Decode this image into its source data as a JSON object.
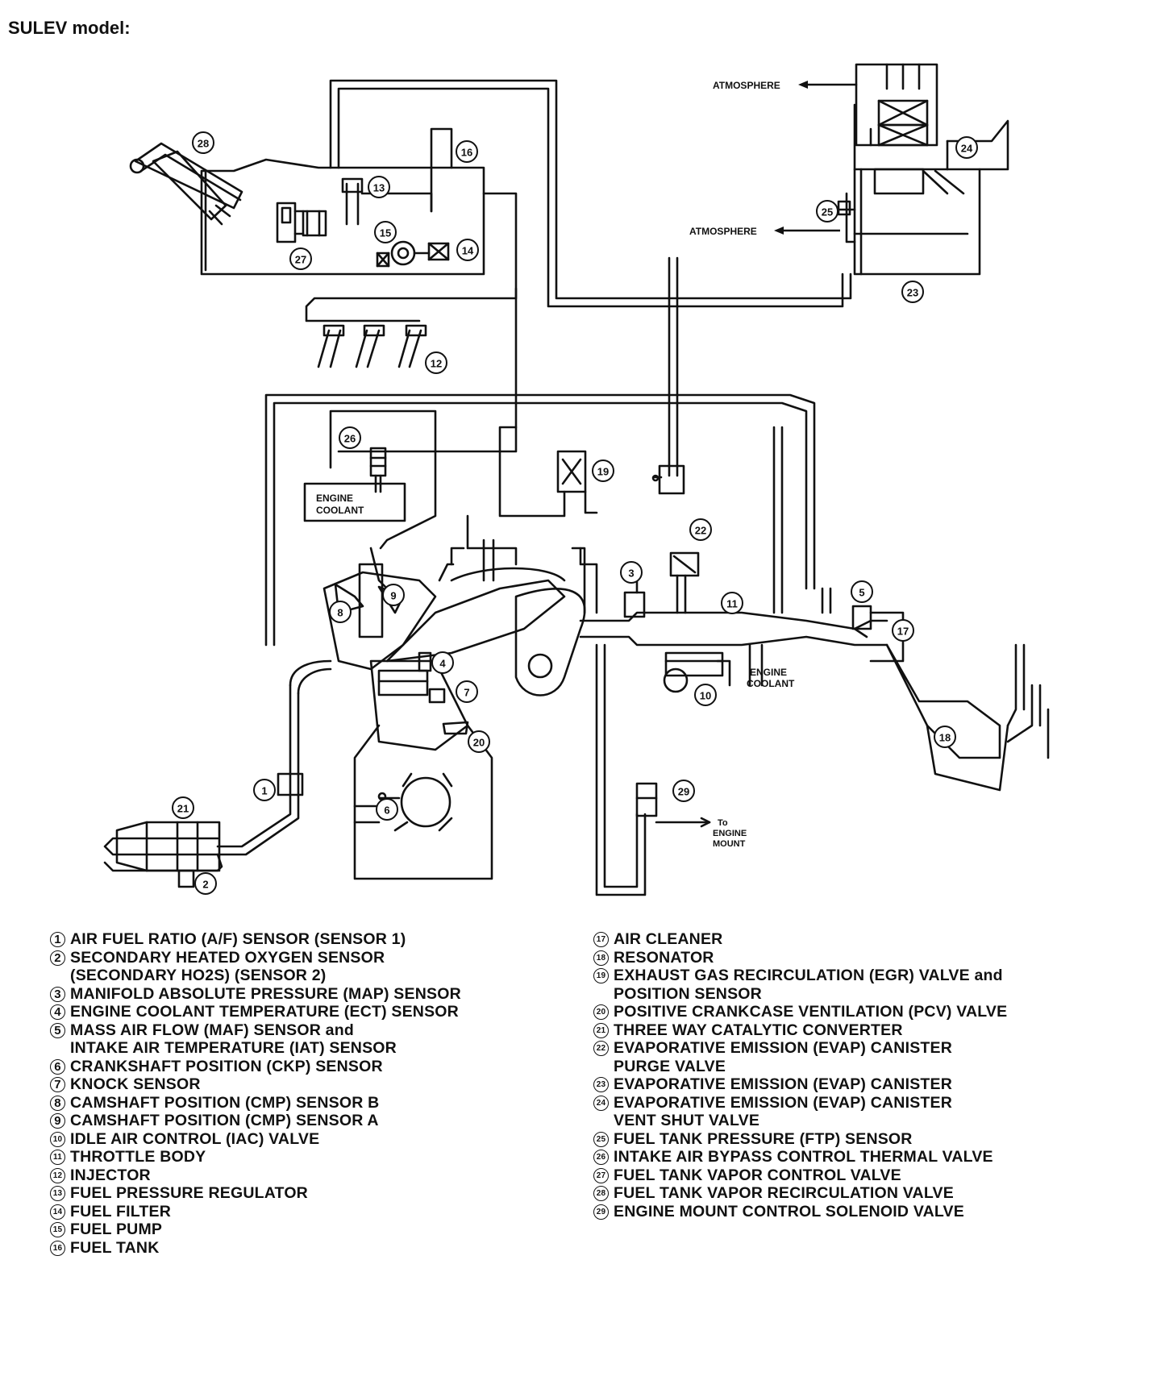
{
  "title": "SULEV model:",
  "callouts": [
    "1",
    "2",
    "3",
    "4",
    "5",
    "6",
    "7",
    "8",
    "9",
    "10",
    "11",
    "12",
    "13",
    "14",
    "15",
    "16",
    "17",
    "18",
    "19",
    "20",
    "21",
    "22",
    "23",
    "24",
    "25",
    "26",
    "27",
    "28",
    "29"
  ],
  "diagram_labels": {
    "atmosphere_top": "ATMOSPHERE",
    "atmosphere_mid": "ATMOSPHERE",
    "engine_coolant_box": [
      "ENGINE",
      "COOLANT"
    ],
    "engine_coolant_iac": [
      "ENGINE",
      "COOLANT"
    ],
    "to_engine_mount": [
      "To",
      "ENGINE",
      "MOUNT"
    ]
  },
  "legend_left": [
    {
      "num": "1",
      "text": "AIR FUEL RATIO (A/F) SENSOR (SENSOR 1)"
    },
    {
      "num": "2",
      "text": "SECONDARY HEATED OXYGEN SENSOR\n(SECONDARY HO2S) (SENSOR 2)"
    },
    {
      "num": "3",
      "text": "MANIFOLD ABSOLUTE PRESSURE (MAP) SENSOR"
    },
    {
      "num": "4",
      "text": "ENGINE COOLANT TEMPERATURE (ECT) SENSOR"
    },
    {
      "num": "5",
      "text": "MASS AIR FLOW (MAF) SENSOR and\nINTAKE AIR TEMPERATURE (IAT) SENSOR"
    },
    {
      "num": "6",
      "text": "CRANKSHAFT POSITION (CKP) SENSOR"
    },
    {
      "num": "7",
      "text": "KNOCK SENSOR"
    },
    {
      "num": "8",
      "text": "CAMSHAFT POSITION (CMP) SENSOR B"
    },
    {
      "num": "9",
      "text": "CAMSHAFT POSITION (CMP) SENSOR A"
    },
    {
      "num": "10",
      "text": "IDLE AIR CONTROL (IAC) VALVE"
    },
    {
      "num": "11",
      "text": "THROTTLE BODY"
    },
    {
      "num": "12",
      "text": "INJECTOR"
    },
    {
      "num": "13",
      "text": "FUEL PRESSURE REGULATOR"
    },
    {
      "num": "14",
      "text": "FUEL FILTER"
    },
    {
      "num": "15",
      "text": "FUEL PUMP"
    },
    {
      "num": "16",
      "text": "FUEL TANK"
    }
  ],
  "legend_right": [
    {
      "num": "17",
      "text": "AIR CLEANER"
    },
    {
      "num": "18",
      "text": "RESONATOR"
    },
    {
      "num": "19",
      "text": "EXHAUST GAS RECIRCULATION (EGR) VALVE and\nPOSITION SENSOR"
    },
    {
      "num": "20",
      "text": "POSITIVE CRANKCASE VENTILATION (PCV) VALVE"
    },
    {
      "num": "21",
      "text": "THREE WAY CATALYTIC CONVERTER"
    },
    {
      "num": "22",
      "text": "EVAPORATIVE EMISSION (EVAP) CANISTER\nPURGE VALVE"
    },
    {
      "num": "23",
      "text": "EVAPORATIVE EMISSION (EVAP) CANISTER"
    },
    {
      "num": "24",
      "text": "EVAPORATIVE EMISSION (EVAP) CANISTER\nVENT SHUT VALVE"
    },
    {
      "num": "25",
      "text": "FUEL TANK PRESSURE (FTP) SENSOR"
    },
    {
      "num": "26",
      "text": "INTAKE AIR BYPASS CONTROL THERMAL VALVE"
    },
    {
      "num": "27",
      "text": "FUEL TANK VAPOR CONTROL VALVE"
    },
    {
      "num": "28",
      "text": "FUEL TANK VAPOR RECIRCULATION VALVE"
    },
    {
      "num": "29",
      "text": "ENGINE MOUNT CONTROL SOLENOID VALVE"
    }
  ]
}
